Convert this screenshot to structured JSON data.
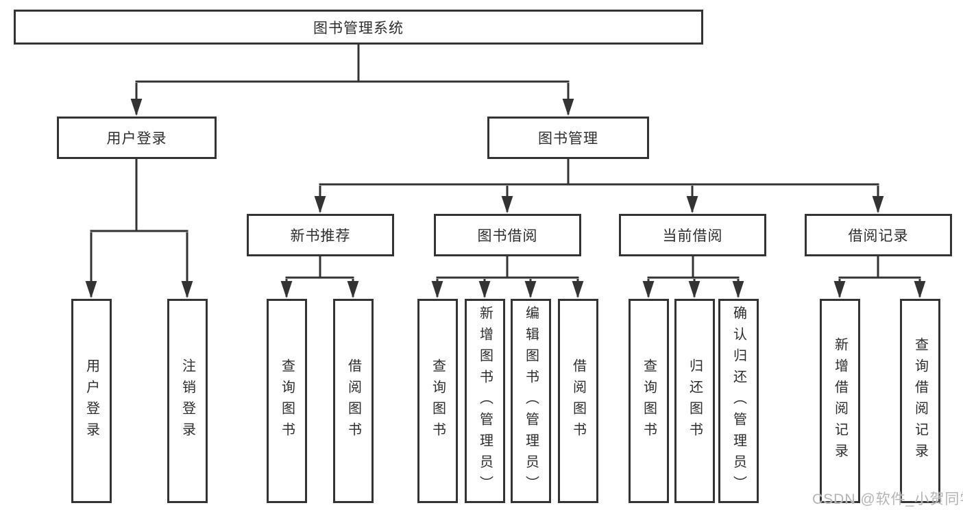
{
  "colors": {
    "line": "#333333",
    "border": "#333333",
    "text": "#2d2d2d",
    "background": "#ffffff",
    "watermark": "#b4b4b4"
  },
  "tree": {
    "root": {
      "label": "图书管理系统"
    },
    "branches": [
      {
        "label": "用户登录",
        "leaves": [
          {
            "label": "用户登录"
          },
          {
            "label": "注销登录"
          }
        ]
      },
      {
        "label": "图书管理",
        "groups": [
          {
            "label": "新书推荐",
            "leaves": [
              {
                "label": "查询图书"
              },
              {
                "label": "借阅图书"
              }
            ]
          },
          {
            "label": "图书借阅",
            "leaves": [
              {
                "label": "查询图书"
              },
              {
                "label": "新增图书（管理员）"
              },
              {
                "label": "编辑图书（管理员）"
              },
              {
                "label": "借阅图书"
              }
            ]
          },
          {
            "label": "当前借阅",
            "leaves": [
              {
                "label": "查询图书"
              },
              {
                "label": "归还图书"
              },
              {
                "label": "确认归还（管理员）"
              }
            ]
          },
          {
            "label": "借阅记录",
            "leaves": [
              {
                "label": "新增借阅记录"
              },
              {
                "label": "查询借阅记录"
              }
            ]
          }
        ]
      }
    ]
  },
  "watermark": {
    "text": "CSDN @软件_小贺同学"
  }
}
